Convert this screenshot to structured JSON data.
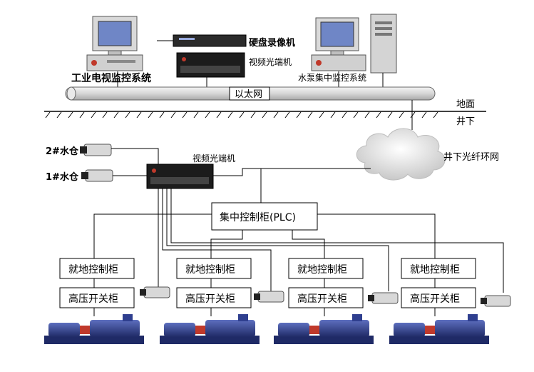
{
  "labels": {
    "industrial_tv": "工业电视监控系统",
    "dvr": "硬盘录像机",
    "optical_top": "视频光端机",
    "pump_system": "水泵集中监控系统",
    "ethernet": "以太网",
    "ground": "地面",
    "underground": "井下",
    "ring_network": "井下光纤环网",
    "optical_under": "视频光端机",
    "sump2": "2#水仓",
    "sump1": "1#水仓",
    "plc": "集中控制柜(PLC)"
  },
  "units": [
    {
      "local": "就地控制柜",
      "hv": "高压开关柜"
    },
    {
      "local": "就地控制柜",
      "hv": "高压开关柜"
    },
    {
      "local": "就地控制柜",
      "hv": "高压开关柜"
    },
    {
      "local": "就地控制柜",
      "hv": "高压开关柜"
    }
  ],
  "colors": {
    "pump_blue": "#2f3f8f",
    "pump_red": "#c0392b",
    "monitor_screen": "#6f86c6",
    "pipe": "#e6e6e6",
    "cloud": "#dcdcdc"
  }
}
